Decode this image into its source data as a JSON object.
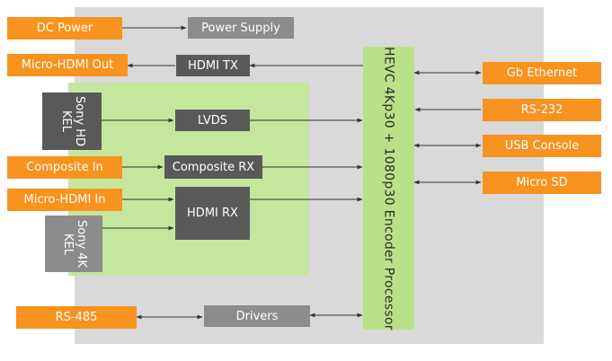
{
  "diagram": {
    "processor": "HEVC 4Kp30 + 1080p30 Encoder Processor",
    "external": {
      "dc_power": "DC Power",
      "micro_hdmi_out": "Micro-HDMI Out",
      "composite_in": "Composite In",
      "micro_hdmi_in": "Micro-HDMI In",
      "rs485": "RS-485",
      "gb_ethernet": "Gb Ethernet",
      "rs232": "RS-232",
      "usb_console": "USB Console",
      "micro_sd": "Micro SD"
    },
    "internal": {
      "power_supply": "Power Supply",
      "hdmi_tx": "HDMI TX",
      "lvds": "LVDS",
      "composite_rx": "Composite RX",
      "hdmi_rx": "HDMI RX",
      "drivers": "Drivers"
    },
    "sensors": {
      "sony_hd_line1": "Sony HD",
      "sony_hd_line2": "KEL",
      "sony_4k_line1": "Sony 4K",
      "sony_4k_line2": "KEL"
    },
    "colors": {
      "external_interface": "#f7931e",
      "board_background": "#d9d9d9",
      "sensor_area": "#c6e59d",
      "processor": "#b9e288",
      "dark_block": "#595959",
      "light_block": "#8c8c8c"
    }
  }
}
